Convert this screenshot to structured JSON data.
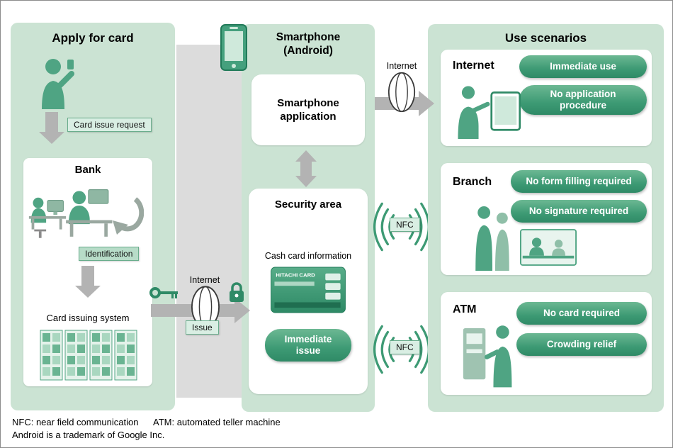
{
  "colors": {
    "accent_green": "#3d9a74",
    "panel_green": "#cbe3d3",
    "arrow_gray": "#b3b3b3",
    "band_gray": "#dcdcdc"
  },
  "apply_panel": {
    "title": "Apply for card",
    "card_issue_request_label": "Card issue request",
    "bank": {
      "title": "Bank",
      "identification_label": "Identification",
      "card_issuing_system_label": "Card issuing system"
    }
  },
  "smartphone_panel": {
    "title_line1": "Smartphone",
    "title_line2": "(Android)",
    "app_box_label": "Smartphone application",
    "security_area": {
      "title": "Security area",
      "subtitle": "Cash card information",
      "card_text": "HITACHI CARD",
      "immediate_issue_label": "Immediate issue"
    }
  },
  "use_scenarios_panel": {
    "title": "Use scenarios",
    "internet": {
      "title": "Internet",
      "benefits": [
        "Immediate use",
        "No application procedure"
      ]
    },
    "branch": {
      "title": "Branch",
      "benefits": [
        "No form filling required",
        "No signature required"
      ]
    },
    "atm": {
      "title": "ATM",
      "benefits": [
        "No card required",
        "Crowding relief"
      ]
    }
  },
  "connectors": {
    "issue_internet_label": "Internet",
    "issue_label": "Issue",
    "top_internet_label": "Internet",
    "nfc_branch_label": "NFC",
    "nfc_atm_label": "NFC"
  },
  "footnotes": {
    "nfc_definition": "NFC: near field communication",
    "atm_definition": "ATM: automated teller machine",
    "android_trademark": "Android is a trademark of Google Inc."
  }
}
